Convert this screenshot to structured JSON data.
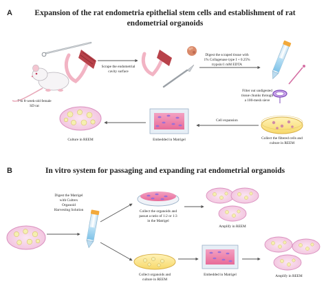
{
  "panel_a": {
    "letter": "A",
    "title_lines": [
      "Expansion of the rat endometria epithelial stem cells and establishment of rat",
      "endometrial organoids"
    ],
    "rat_label_lines": [
      "7 to 8-week-old female",
      "SD rat"
    ],
    "scrape_lines": [
      "Scrape the endometrial",
      "cavity surface"
    ],
    "digest_lines": [
      "Digest the scraped tissue with",
      "1% Collagenase type I + 0.25%",
      "trypsin/1 mM EDTA"
    ],
    "filter_lines": [
      "Filter out undigested",
      "tissue chunks through",
      "a 100-mesh sieve"
    ],
    "collect_lines": [
      "Collect the filtered cells and",
      "culture in REEM"
    ],
    "cell_expansion": "Cell expansion",
    "embedded": "Embedded in Matrigel",
    "culture": "Culture in REEM"
  },
  "panel_b": {
    "letter": "B",
    "title": "In vitro system for passaging and expanding rat endometrial organoids",
    "digest_lines": [
      "Digest the Matrigel",
      "with Cultrex",
      "Organoid",
      "Harvesting Solution"
    ],
    "passage_lines": [
      "Collect the organoids and",
      "passat a ratio of 1:2 or 1:3",
      "in the Matrigel"
    ],
    "amplify_top": "Amplify in REEM",
    "collect_lines": [
      "Collect organoids and",
      "culture in REEM"
    ],
    "embedded": "Embedded in Matrigel",
    "amplify_bottom": "Amplify in REEM"
  },
  "colors": {
    "dish_fill": "#f9d9eb",
    "dish_edge": "#d98fbf",
    "organoid": "#f5efb0",
    "matrigel_pink": "#ee7fa8",
    "matrigel_dots": "#9c6fd6",
    "tissue": "#b8424a",
    "arrow": "#555555"
  }
}
